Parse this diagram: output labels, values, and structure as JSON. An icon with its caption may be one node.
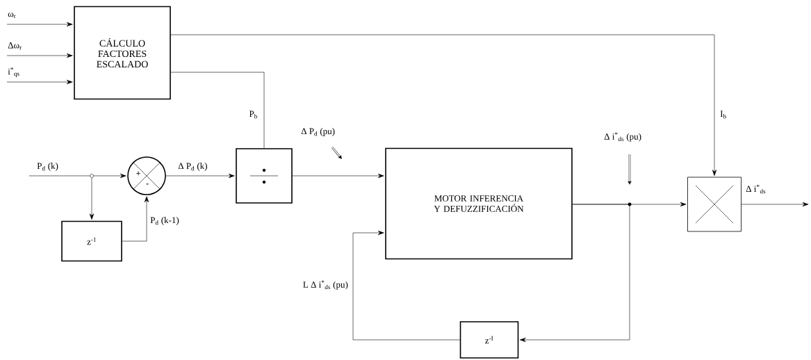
{
  "diagram": {
    "nodes": [
      {
        "text": [
          "CÁLCULO FACTORES ESCALADO"
        ]
      },
      {
        "text": [
          "+",
          "-"
        ]
      },
      {
        "text": [],
        "shape": "box"
      },
      {
        "text": [
          "z$^{-1}$"
        ]
      },
      {
        "text": [
          "MOTOR INFERENCIA Y DEFUZZIFICACIÓN"
        ]
      },
      {
        "text": [],
        "shape": "box"
      },
      {
        "text": [
          "z$^{-I}$"
        ]
      }
    ],
    "edges": [
      {
        "from": null,
        "to": 0,
        "arrow": "to",
        "label": "ω$_{r}$"
      },
      {
        "from": null,
        "to": 0,
        "arrow": "to",
        "label": "Δω$_{r}$"
      },
      {
        "from": null,
        "to": 0,
        "arrow": "to",
        "label": "i$^{*}$$_{qs}$"
      },
      {
        "from": 0,
        "to": 5,
        "arrow": "to",
        "label": "I$_{b}$"
      },
      {
        "from": 0,
        "to": 2,
        "arrow": "none",
        "label": "P$_{b}$"
      },
      {
        "from": null,
        "to": 1,
        "arrow": "to",
        "label": "P$_{d}$ (k)"
      },
      {
        "from": null,
        "to": 3,
        "arrow": "to"
      },
      {
        "from": 3,
        "to": 1,
        "arrow": "to",
        "label": "P$_{d}$ (k-1)"
      },
      {
        "from": 1,
        "to": 2,
        "arrow": "to",
        "label": "Δ P$_{d}$ (k)"
      },
      {
        "from": 2,
        "to": 4,
        "arrow": "to"
      },
      {
        "from": 4,
        "to": 5,
        "arrow": "to"
      },
      {
        "from": 4,
        "to": 6,
        "arrow": "to"
      },
      {
        "from": 6,
        "to": 4,
        "arrow": "to",
        "label": "L Δ i$^{*}$$_{ds}$ (pu)"
      },
      {
        "from": 5,
        "to": null,
        "arrow": "to",
        "label": "Δ i$^{*}$$_{ds}$"
      }
    ],
    "labels": [
      "Δ P$_{d}$ (pu)",
      "Δ i$^{*}$$_{ds}$ (pu)"
    ]
  }
}
